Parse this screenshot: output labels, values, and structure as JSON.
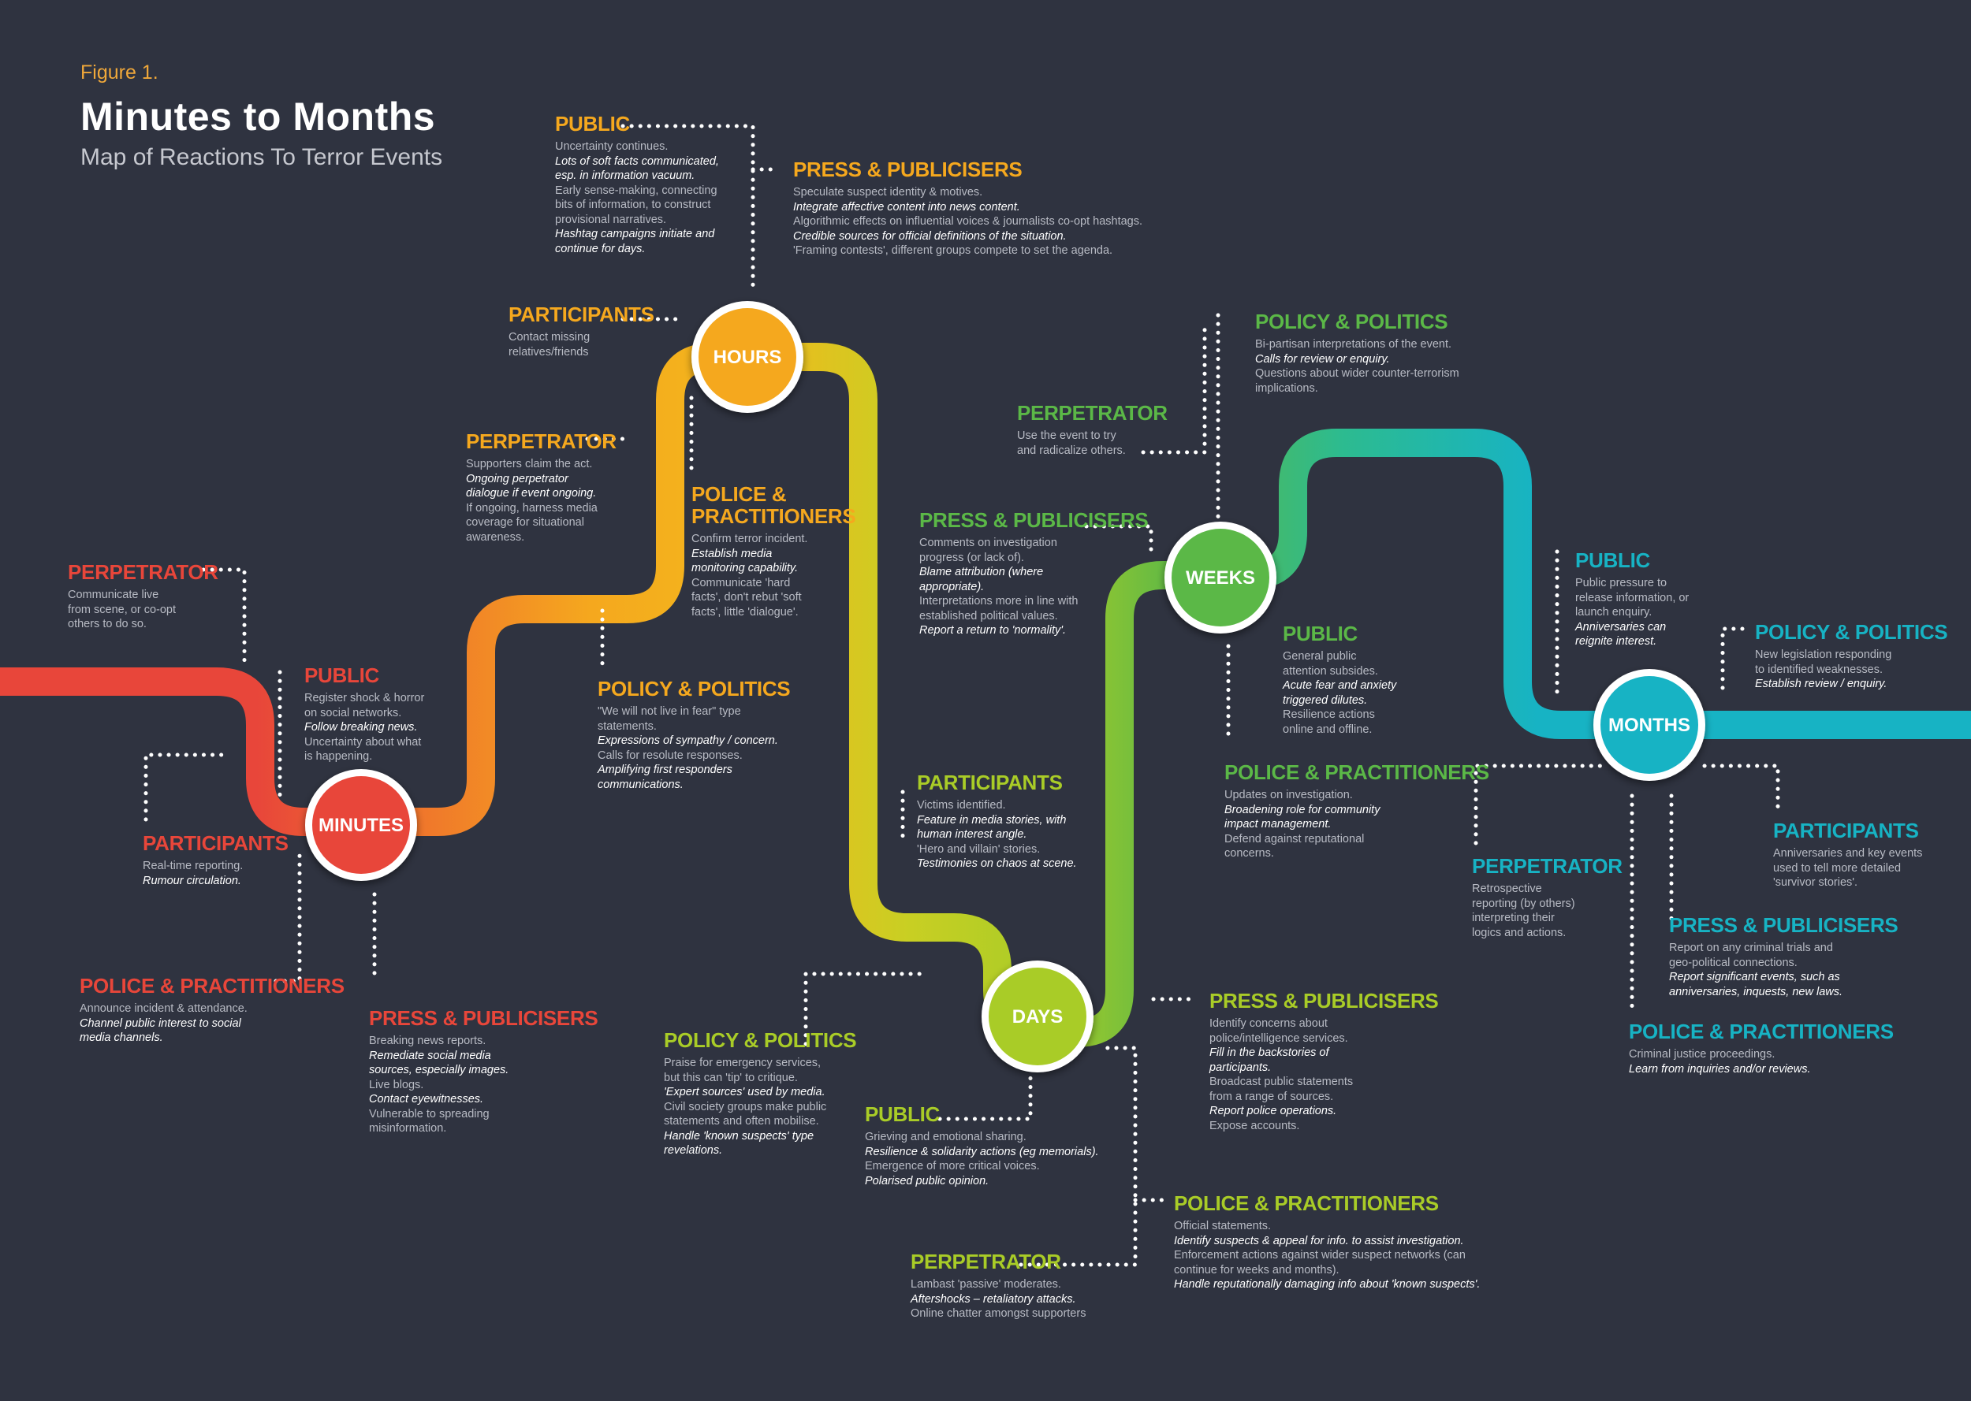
{
  "header": {
    "figure_label": "Figure 1.",
    "title": "Minutes to Months",
    "subtitle": "Map of Reactions To Terror Events"
  },
  "colors": {
    "background": "#2f3340",
    "minutes": "#e8463a",
    "hours": "#f5a81e",
    "days": "#a9cc27",
    "weeks": "#5bb847",
    "months": "#17b3c4",
    "body_text": "#b8bbc4",
    "emphasis_text": "#ffffff"
  },
  "stages": [
    {
      "id": "minutes",
      "label": "MINUTES",
      "color": "#e8463a"
    },
    {
      "id": "hours",
      "label": "HOURS",
      "color": "#f5a81e"
    },
    {
      "id": "days",
      "label": "DAYS",
      "color": "#a9cc27"
    },
    {
      "id": "weeks",
      "label": "WEEKS",
      "color": "#5bb847"
    },
    {
      "id": "months",
      "label": "MONTHS",
      "color": "#17b3c4"
    }
  ],
  "annotations": [
    {
      "id": "min-perpetrator",
      "stage": "minutes",
      "title": "PERPETRATOR",
      "lines": [
        {
          "t": "Communicate live"
        },
        {
          "t": "from scene, or co-opt"
        },
        {
          "t": "others to do so."
        }
      ]
    },
    {
      "id": "min-public",
      "stage": "minutes",
      "title": "PUBLIC",
      "lines": [
        {
          "t": "Register shock & horror"
        },
        {
          "t": "on social networks."
        },
        {
          "t": "Follow breaking news.",
          "em": true
        },
        {
          "t": "Uncertainty about what"
        },
        {
          "t": "is happening."
        }
      ]
    },
    {
      "id": "min-participants",
      "stage": "minutes",
      "title": "PARTICIPANTS",
      "lines": [
        {
          "t": "Real-time reporting."
        },
        {
          "t": "Rumour circulation.",
          "em": true
        }
      ]
    },
    {
      "id": "min-police",
      "stage": "minutes",
      "title": "POLICE & PRACTITIONERS",
      "lines": [
        {
          "t": "Announce incident & attendance."
        },
        {
          "t": "Channel public interest to social",
          "em": true
        },
        {
          "t": "media channels.",
          "em": true
        }
      ]
    },
    {
      "id": "min-press",
      "stage": "minutes",
      "title": "PRESS & PUBLICISERS",
      "lines": [
        {
          "t": "Breaking news reports."
        },
        {
          "t": "Remediate social media",
          "em": true
        },
        {
          "t": "sources, especially images.",
          "em": true
        },
        {
          "t": "Live blogs."
        },
        {
          "t": "Contact eyewitnesses.",
          "em": true
        },
        {
          "t": "Vulnerable to spreading"
        },
        {
          "t": "misinformation."
        }
      ]
    },
    {
      "id": "hrs-public",
      "stage": "hours",
      "title": "PUBLIC",
      "lines": [
        {
          "t": "Uncertainty continues."
        },
        {
          "t": "Lots of soft facts communicated,",
          "em": true
        },
        {
          "t": "esp. in information vacuum.",
          "em": true
        },
        {
          "t": "Early sense-making, connecting"
        },
        {
          "t": "bits of information, to construct"
        },
        {
          "t": "provisional narratives."
        },
        {
          "t": "Hashtag campaigns initiate and",
          "em": true
        },
        {
          "t": "continue for days.",
          "em": true
        }
      ]
    },
    {
      "id": "hrs-press",
      "stage": "hours",
      "title": "PRESS & PUBLICISERS",
      "lines": [
        {
          "t": "Speculate suspect identity & motives."
        },
        {
          "t": "Integrate affective content into news content.",
          "em": true
        },
        {
          "t": "Algorithmic effects on influential voices & journalists co-opt hashtags."
        },
        {
          "t": "Credible sources for official definitions of the situation.",
          "em": true
        },
        {
          "t": "'Framing contests', different groups compete to set the agenda."
        }
      ]
    },
    {
      "id": "hrs-participants",
      "stage": "hours",
      "title": "PARTICIPANTS",
      "lines": [
        {
          "t": "Contact missing"
        },
        {
          "t": "relatives/friends"
        }
      ]
    },
    {
      "id": "hrs-perpetrator",
      "stage": "hours",
      "title": "PERPETRATOR",
      "lines": [
        {
          "t": "Supporters claim the act."
        },
        {
          "t": "Ongoing perpetrator",
          "em": true
        },
        {
          "t": "dialogue if event ongoing.",
          "em": true
        },
        {
          "t": "If ongoing, harness media"
        },
        {
          "t": "coverage for situational"
        },
        {
          "t": "awareness."
        }
      ]
    },
    {
      "id": "hrs-police",
      "stage": "hours",
      "title": "POLICE &\nPRACTITIONERS",
      "lines": [
        {
          "t": "Confirm terror incident."
        },
        {
          "t": "Establish media",
          "em": true
        },
        {
          "t": "monitoring capability.",
          "em": true
        },
        {
          "t": "Communicate 'hard"
        },
        {
          "t": "facts', don't rebut 'soft"
        },
        {
          "t": "facts', little 'dialogue'."
        }
      ]
    },
    {
      "id": "hrs-policy",
      "stage": "hours",
      "title": "POLICY & POLITICS",
      "lines": [
        {
          "t": "\"We will not live in fear\" type"
        },
        {
          "t": "statements."
        },
        {
          "t": "Expressions of sympathy / concern.",
          "em": true
        },
        {
          "t": "Calls for resolute responses."
        },
        {
          "t": "Amplifying first responders",
          "em": true
        },
        {
          "t": "communications.",
          "em": true
        }
      ]
    },
    {
      "id": "day-participants",
      "stage": "days",
      "title": "PARTICIPANTS",
      "lines": [
        {
          "t": "Victims identified."
        },
        {
          "t": "Feature in media stories, with",
          "em": true
        },
        {
          "t": "human interest angle.",
          "em": true
        },
        {
          "t": "'Hero and villain' stories."
        },
        {
          "t": "Testimonies on chaos at scene.",
          "em": true
        }
      ]
    },
    {
      "id": "day-policy",
      "stage": "days",
      "title": "POLICY & POLITICS",
      "lines": [
        {
          "t": "Praise for emergency services,"
        },
        {
          "t": "but this can 'tip' to critique."
        },
        {
          "t": "'Expert sources' used by media.",
          "em": true
        },
        {
          "t": "Civil society groups make public"
        },
        {
          "t": "statements and often mobilise."
        },
        {
          "t": "Handle 'known suspects' type",
          "em": true
        },
        {
          "t": "revelations.",
          "em": true
        }
      ]
    },
    {
      "id": "day-public",
      "stage": "days",
      "title": "PUBLIC",
      "lines": [
        {
          "t": "Grieving and emotional sharing."
        },
        {
          "t": "Resilience & solidarity actions (eg memorials).",
          "em": true
        },
        {
          "t": "Emergence of more critical voices."
        },
        {
          "t": "Polarised public opinion.",
          "em": true
        }
      ]
    },
    {
      "id": "day-perpetrator",
      "stage": "days",
      "title": "PERPETRATOR",
      "lines": [
        {
          "t": "Lambast 'passive' moderates."
        },
        {
          "t": "Aftershocks – retaliatory attacks.",
          "em": true
        },
        {
          "t": "Online chatter amongst supporters"
        }
      ]
    },
    {
      "id": "day-press",
      "stage": "days",
      "title": "PRESS & PUBLICISERS",
      "lines": [
        {
          "t": "Identify concerns about"
        },
        {
          "t": "police/intelligence services."
        },
        {
          "t": "Fill in the backstories of",
          "em": true
        },
        {
          "t": "participants.",
          "em": true
        },
        {
          "t": "Broadcast public statements"
        },
        {
          "t": "from a range of sources."
        },
        {
          "t": "Report police operations.",
          "em": true
        },
        {
          "t": "Expose accounts."
        }
      ]
    },
    {
      "id": "day-police",
      "stage": "days",
      "title": "POLICE & PRACTITIONERS",
      "lines": [
        {
          "t": "Official statements."
        },
        {
          "t": "Identify suspects & appeal for info. to assist investigation.",
          "em": true
        },
        {
          "t": "Enforcement actions against wider suspect networks (can"
        },
        {
          "t": "continue for weeks and months)."
        },
        {
          "t": "Handle reputationally damaging info about 'known suspects'.",
          "em": true
        }
      ]
    },
    {
      "id": "wk-policy",
      "stage": "weeks",
      "title": "POLICY & POLITICS",
      "lines": [
        {
          "t": "Bi-partisan interpretations of the event."
        },
        {
          "t": "Calls for review or enquiry.",
          "em": true
        },
        {
          "t": "Questions about wider counter-terrorism"
        },
        {
          "t": "implications."
        }
      ]
    },
    {
      "id": "wk-perpetrator",
      "stage": "weeks",
      "title": "PERPETRATOR",
      "lines": [
        {
          "t": "Use the event to try"
        },
        {
          "t": "and radicalize others."
        }
      ]
    },
    {
      "id": "wk-press",
      "stage": "weeks",
      "title": "PRESS & PUBLICISERS",
      "lines": [
        {
          "t": "Comments on investigation"
        },
        {
          "t": "progress (or lack of)."
        },
        {
          "t": "Blame attribution (where",
          "em": true
        },
        {
          "t": "appropriate).",
          "em": true
        },
        {
          "t": "Interpretations more in line with"
        },
        {
          "t": "established political values."
        },
        {
          "t": "Report a return to 'normality'.",
          "em": true
        }
      ]
    },
    {
      "id": "wk-public",
      "stage": "weeks",
      "title": "PUBLIC",
      "lines": [
        {
          "t": "General public"
        },
        {
          "t": "attention subsides."
        },
        {
          "t": "Acute fear and anxiety",
          "em": true
        },
        {
          "t": "triggered dilutes.",
          "em": true
        },
        {
          "t": "Resilience actions"
        },
        {
          "t": "online and offline."
        }
      ]
    },
    {
      "id": "wk-police",
      "stage": "weeks",
      "title": "POLICE & PRACTITIONERS",
      "lines": [
        {
          "t": "Updates on investigation."
        },
        {
          "t": "Broadening role for community",
          "em": true
        },
        {
          "t": "impact management.",
          "em": true
        },
        {
          "t": "Defend against reputational"
        },
        {
          "t": "concerns."
        }
      ]
    },
    {
      "id": "mo-public",
      "stage": "months",
      "title": "PUBLIC",
      "lines": [
        {
          "t": "Public pressure to"
        },
        {
          "t": "release information, or"
        },
        {
          "t": "launch enquiry."
        },
        {
          "t": "Anniversaries can",
          "em": true
        },
        {
          "t": "reignite interest.",
          "em": true
        }
      ]
    },
    {
      "id": "mo-policy",
      "stage": "months",
      "title": "POLICY & POLITICS",
      "lines": [
        {
          "t": "New legislation responding"
        },
        {
          "t": "to identified weaknesses."
        },
        {
          "t": "Establish review / enquiry.",
          "em": true
        }
      ]
    },
    {
      "id": "mo-perpetrator",
      "stage": "months",
      "title": "PERPETRATOR",
      "lines": [
        {
          "t": "Retrospective"
        },
        {
          "t": "reporting (by others)"
        },
        {
          "t": "interpreting their"
        },
        {
          "t": "logics and actions."
        }
      ]
    },
    {
      "id": "mo-participants",
      "stage": "months",
      "title": "PARTICIPANTS",
      "lines": [
        {
          "t": "Anniversaries and key events"
        },
        {
          "t": "used to tell more detailed"
        },
        {
          "t": "'survivor stories'."
        }
      ]
    },
    {
      "id": "mo-press",
      "stage": "months",
      "title": "PRESS & PUBLICISERS",
      "lines": [
        {
          "t": "Report on any criminal trials and"
        },
        {
          "t": "geo-political connections."
        },
        {
          "t": "Report significant events, such as",
          "em": true
        },
        {
          "t": "anniversaries, inquests, new laws.",
          "em": true
        }
      ]
    },
    {
      "id": "mo-police",
      "stage": "months",
      "title": "POLICE & PRACTITIONERS",
      "lines": [
        {
          "t": "Criminal justice proceedings."
        },
        {
          "t": "Learn from inquiries and/or reviews.",
          "em": true
        }
      ]
    }
  ]
}
